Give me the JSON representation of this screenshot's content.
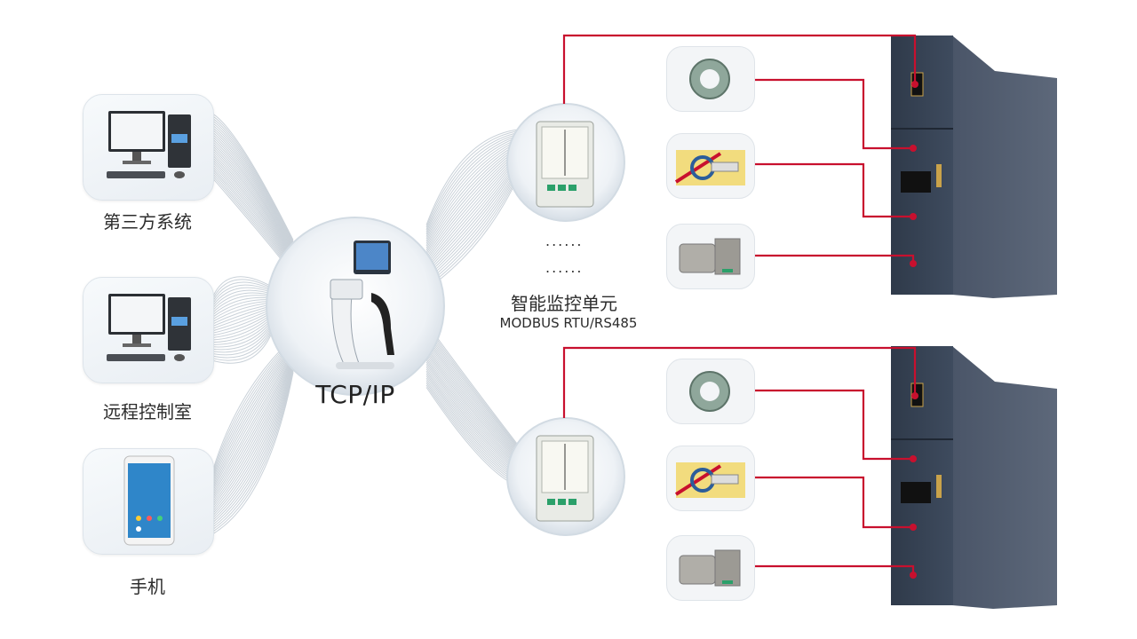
{
  "left_systems": [
    {
      "label": "第三方系统",
      "icon": "desktop-computer-icon"
    },
    {
      "label": "远程控制室",
      "icon": "desktop-computer-icon"
    },
    {
      "label": "手机",
      "icon": "smartphone-icon"
    }
  ],
  "center": {
    "label": "TCP/IP",
    "icon": "kiosk-terminal-icon"
  },
  "units": {
    "title": "智能监控单元",
    "protocol": "MODBUS RTU/RS485",
    "ellipsis": "......"
  },
  "sensors": [
    "current-transformer-icon",
    "temperature-sensor-icon",
    "motor-icon"
  ],
  "colors": {
    "signal_line": "#c8102e",
    "cabinet": "#3d4a5c",
    "wave": "#b8c2cc",
    "bubble": "#e4ebf1"
  }
}
